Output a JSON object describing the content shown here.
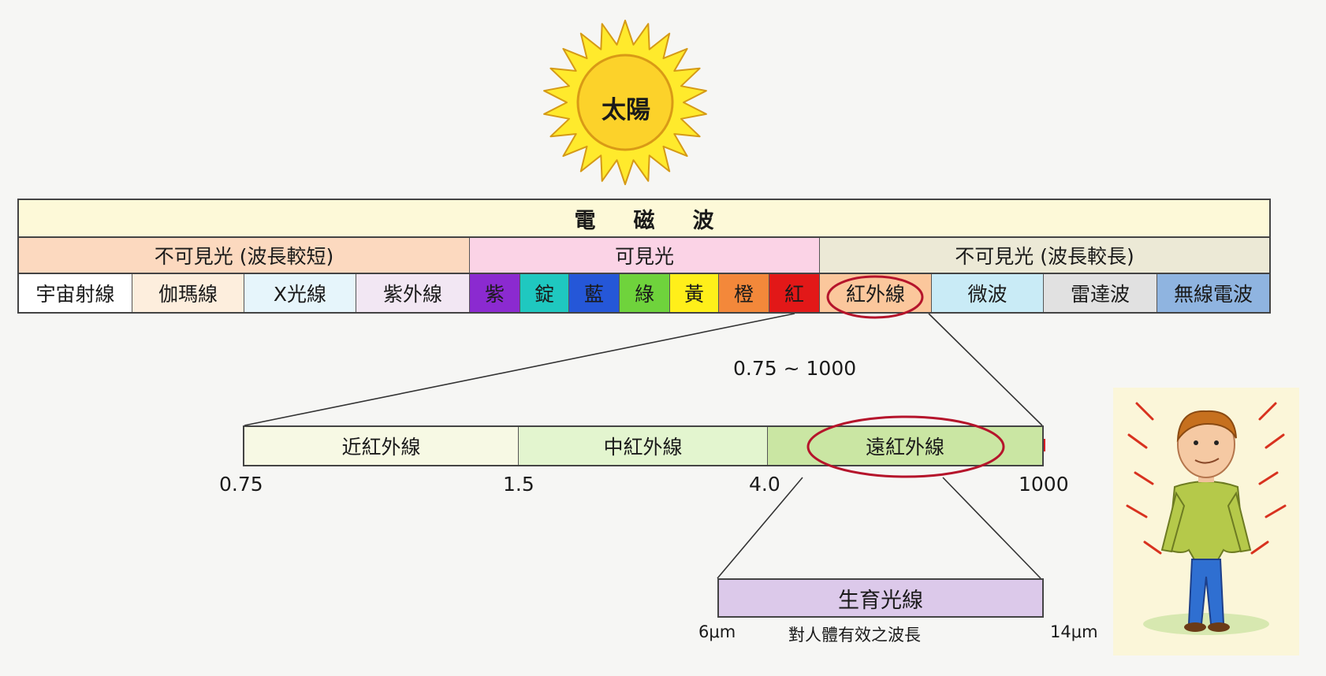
{
  "sun": {
    "label": "太陽"
  },
  "spectrum": {
    "title": "電磁波",
    "groups": [
      {
        "label": "不可見光 (波長較短)",
        "color": "#fcd9bf"
      },
      {
        "label": "可見光",
        "color": "#fbd3e6"
      },
      {
        "label": "不可見光 (波長較長)",
        "color": "#ece9d6"
      }
    ],
    "bands": [
      {
        "label": "宇宙射線",
        "color": "#ffffff"
      },
      {
        "label": "伽瑪線",
        "color": "#fdeedd"
      },
      {
        "label": "X光線",
        "color": "#e6f5fb"
      },
      {
        "label": "紫外線",
        "color": "#f2e7f3"
      },
      {
        "label": "紫",
        "color": "#8b2ad0"
      },
      {
        "label": "錠",
        "color": "#1fc8c0"
      },
      {
        "label": "藍",
        "color": "#2557d8"
      },
      {
        "label": "綠",
        "color": "#6fd33c"
      },
      {
        "label": "黃",
        "color": "#ffef1a"
      },
      {
        "label": "橙",
        "color": "#f3883a"
      },
      {
        "label": "紅",
        "color": "#e21818"
      },
      {
        "label": "紅外線",
        "color": "#fbc79c"
      },
      {
        "label": "微波",
        "color": "#c9ebf6"
      },
      {
        "label": "雷達波",
        "color": "#e1e1e1"
      },
      {
        "label": "無線電波",
        "color": "#8fb4e0"
      }
    ]
  },
  "infrared": {
    "range_label": "0.75 ~ 1000",
    "segments": [
      {
        "label": "近紅外線",
        "color": "#f7f9e4"
      },
      {
        "label": "中紅外線",
        "color": "#e3f5cf"
      },
      {
        "label": "遠紅外線",
        "color": "#cae6a3"
      }
    ],
    "ticks": [
      "0.75",
      "1.5",
      "4.0",
      "1000"
    ]
  },
  "growth_light": {
    "label": "生育光線",
    "color": "#dcc9ea",
    "min": "6μm",
    "caption": "對人體有效之波長",
    "max": "14μm"
  },
  "colors": {
    "highlight_red": "#d61f26",
    "ring_red": "#b5142b"
  }
}
